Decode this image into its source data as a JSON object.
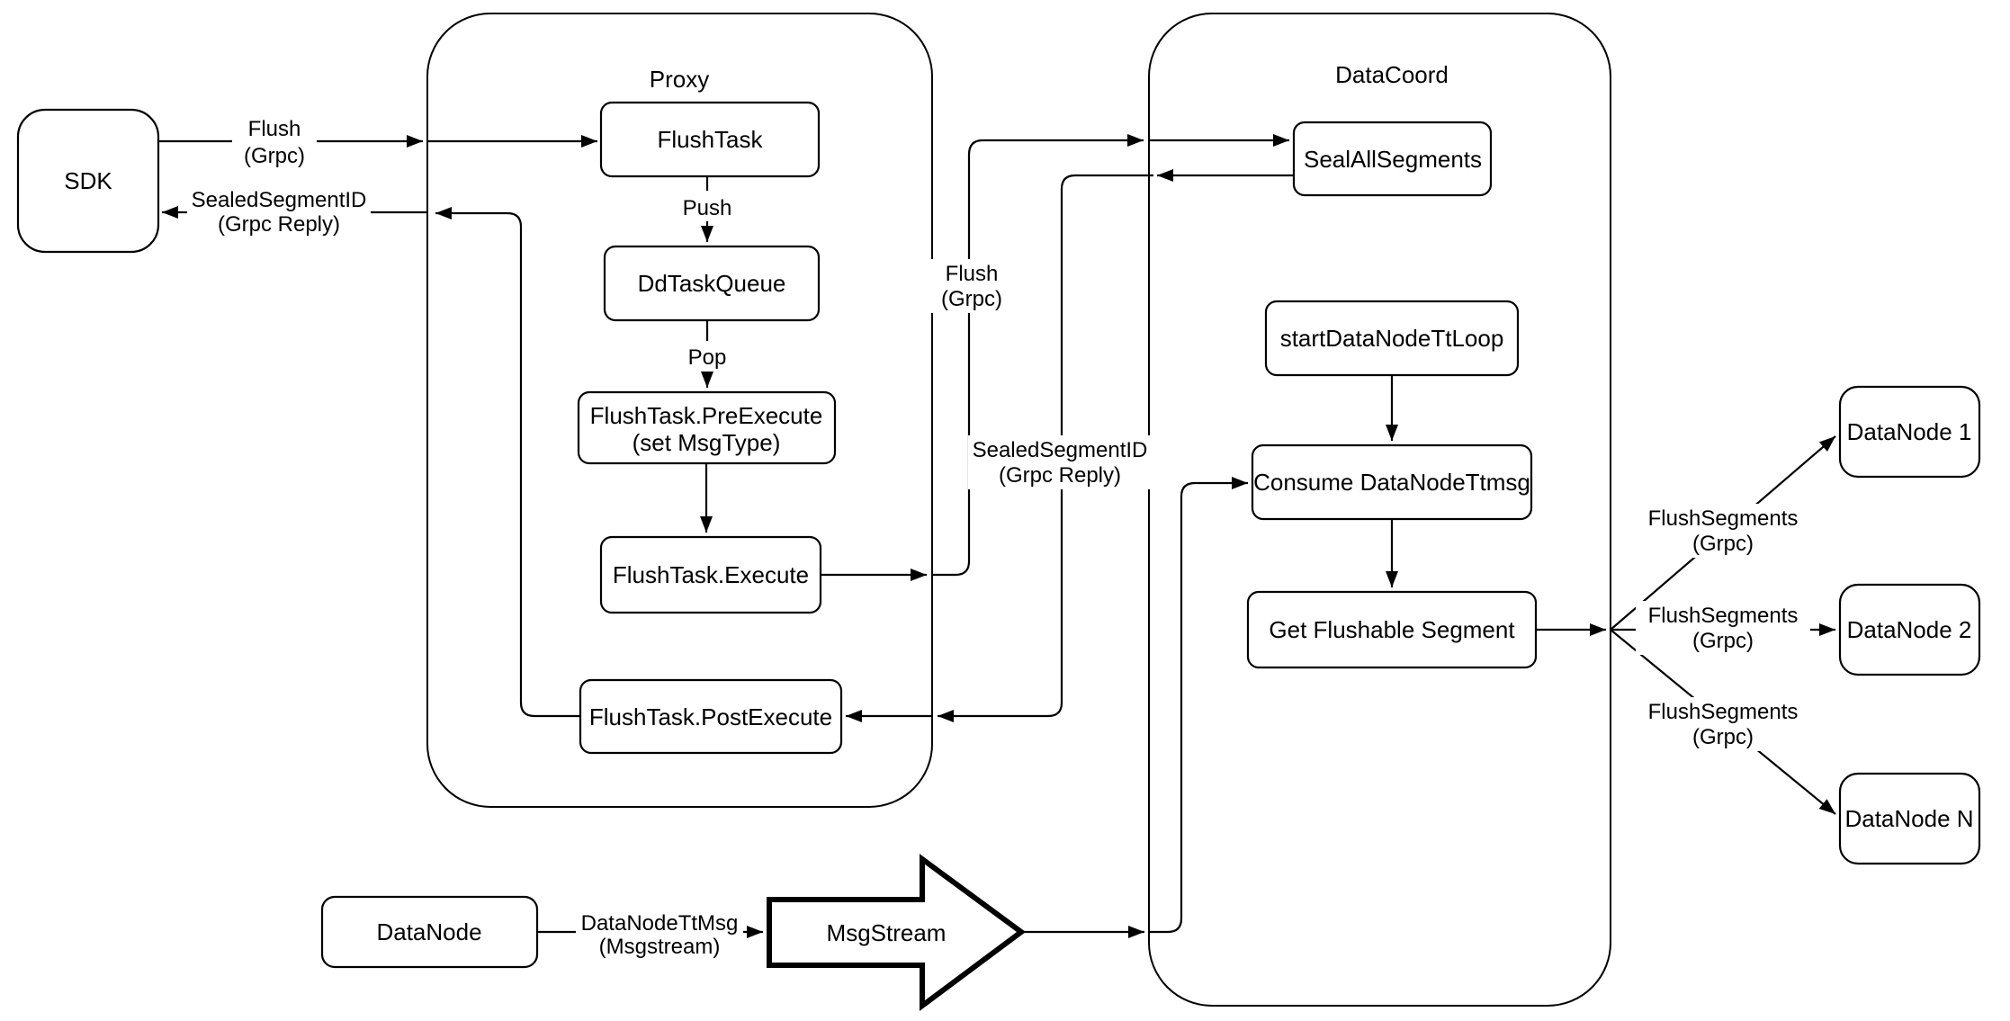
{
  "containers": {
    "proxy": "Proxy",
    "data_coord": "DataCoord"
  },
  "nodes": {
    "sdk": "SDK",
    "flush_task": "FlushTask",
    "dd_task_queue": "DdTaskQueue",
    "pre_execute_line1": "FlushTask.PreExecute",
    "pre_execute_line2": "(set MsgType)",
    "execute": "FlushTask.Execute",
    "post_execute": "FlushTask.PostExecute",
    "seal_all_segments": "SealAllSegments",
    "start_data_node_tt_loop": "startDataNodeTtLoop",
    "consume_data_node_ttmsg": "Consume DataNodeTtmsg",
    "get_flushable_segment": "Get Flushable Segment",
    "data_node_1": "DataNode 1",
    "data_node_2": "DataNode 2",
    "data_node_n": "DataNode N",
    "data_node": "DataNode",
    "msg_stream": "MsgStream"
  },
  "edge_labels": {
    "sdk_flush": [
      "Flush",
      "(Grpc)"
    ],
    "sdk_reply": [
      "SealedSegmentID",
      "(Grpc Reply)"
    ],
    "push": "Push",
    "pop": "Pop",
    "coord_flush": [
      "Flush",
      "(Grpc)"
    ],
    "coord_reply": [
      "SealedSegmentID",
      "(Grpc Reply)"
    ],
    "flush_segments_1": [
      "FlushSegments",
      "(Grpc)"
    ],
    "flush_segments_2": [
      "FlushSegments",
      "(Grpc)"
    ],
    "flush_segments_n": [
      "FlushSegments",
      "(Grpc)"
    ],
    "data_node_tt_msg": [
      "DataNodeTtMsg",
      "(Msgstream)"
    ]
  },
  "colors": {
    "stroke": "#000000",
    "node_fill": "#ffffff",
    "background": "#ffffff",
    "text": "#000000"
  }
}
